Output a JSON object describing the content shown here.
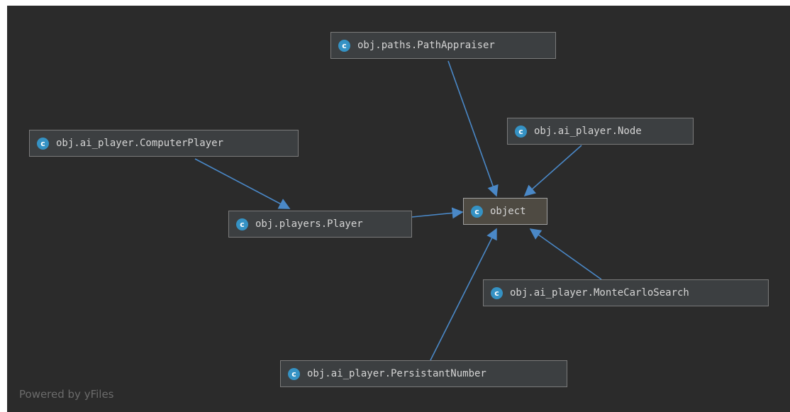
{
  "diagram": {
    "nodes": [
      {
        "id": "path_appraiser",
        "label": "obj.paths.PathAppraiser",
        "icon": "class-c-icon"
      },
      {
        "id": "computer_player",
        "label": "obj.ai_player.ComputerPlayer",
        "icon": "class-c-icon"
      },
      {
        "id": "node",
        "label": "obj.ai_player.Node",
        "icon": "class-c-icon"
      },
      {
        "id": "object",
        "label": "object",
        "icon": "class-c-icon"
      },
      {
        "id": "player",
        "label": "obj.players.Player",
        "icon": "class-c-icon"
      },
      {
        "id": "monte_carlo",
        "label": "obj.ai_player.MonteCarloSearch",
        "icon": "class-c-icon"
      },
      {
        "id": "persistant_number",
        "label": "obj.ai_player.PersistantNumber",
        "icon": "class-c-icon"
      }
    ],
    "edges": [
      {
        "from": "path_appraiser",
        "to": "object"
      },
      {
        "from": "node",
        "to": "object"
      },
      {
        "from": "computer_player",
        "to": "player"
      },
      {
        "from": "player",
        "to": "object"
      },
      {
        "from": "monte_carlo",
        "to": "object"
      },
      {
        "from": "persistant_number",
        "to": "object"
      }
    ],
    "icon_letter": "c",
    "watermark": "Powered by yFiles"
  },
  "colors": {
    "background": "#2b2b2b",
    "node_fill": "#3c3f41",
    "root_fill": "#4e4a42",
    "edge": "#4a88c7",
    "icon": "#3592c4"
  }
}
